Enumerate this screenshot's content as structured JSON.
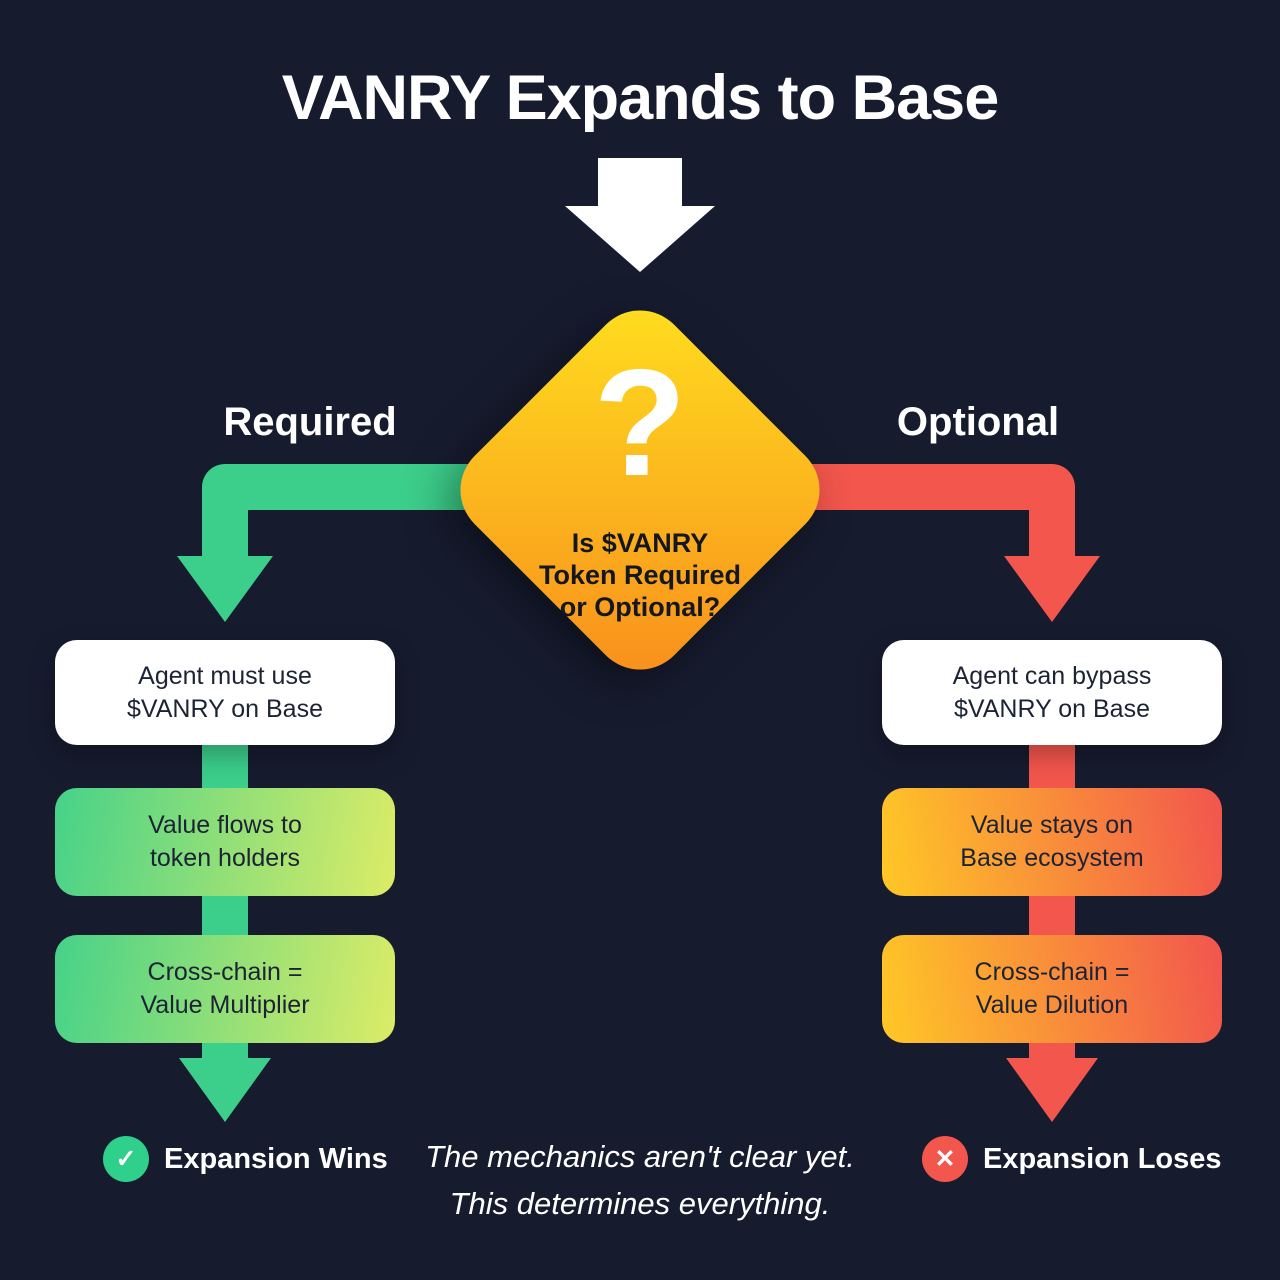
{
  "title": "VANRY Expands to Base",
  "decision": {
    "question_mark": "?",
    "question": "Is $VANRY\nToken Required\nor Optional?"
  },
  "branches": {
    "left": {
      "label": "Required",
      "step1": "Agent must use\n$VANRY on Base",
      "step2": "Value flows to\ntoken holders",
      "step3": "Cross-chain =\nValue Multiplier",
      "outcome": "Expansion Wins",
      "outcome_icon": "✓"
    },
    "right": {
      "label": "Optional",
      "step1": "Agent can bypass\n$VANRY on Base",
      "step2": "Value stays on\nBase ecosystem",
      "step3": "Cross-chain =\nValue Dilution",
      "outcome": "Expansion Loses",
      "outcome_icon": "✕"
    }
  },
  "footer": "The mechanics aren't clear yet.\nThis determines everything.",
  "colors": {
    "background": "#161B2E",
    "green_arrow": "#3CCE8B",
    "green_box_start": "#46D289",
    "green_box_end": "#DCEC67",
    "red_arrow": "#F2564D",
    "red_box_start": "#FFC826",
    "red_box_end": "#F2554E",
    "diamond_top": "#FFE01E",
    "diamond_bottom": "#F88D1D",
    "dark_text": "#1C2334",
    "white": "#FFFFFF"
  }
}
